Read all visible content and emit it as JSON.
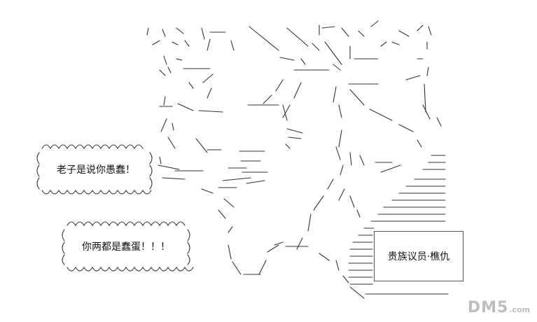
{
  "speech_bubbles": [
    {
      "text": "老子是说你愚蠢！"
    },
    {
      "text": "你两都是蠢蛋！！！"
    }
  ],
  "name_label": "贵族议员·樵仇",
  "watermark": {
    "main": "DM5",
    "suffix": ".com"
  },
  "colors": {
    "background": "#ffffff",
    "line_art": "#333333",
    "watermark": "#bdbdbd"
  }
}
